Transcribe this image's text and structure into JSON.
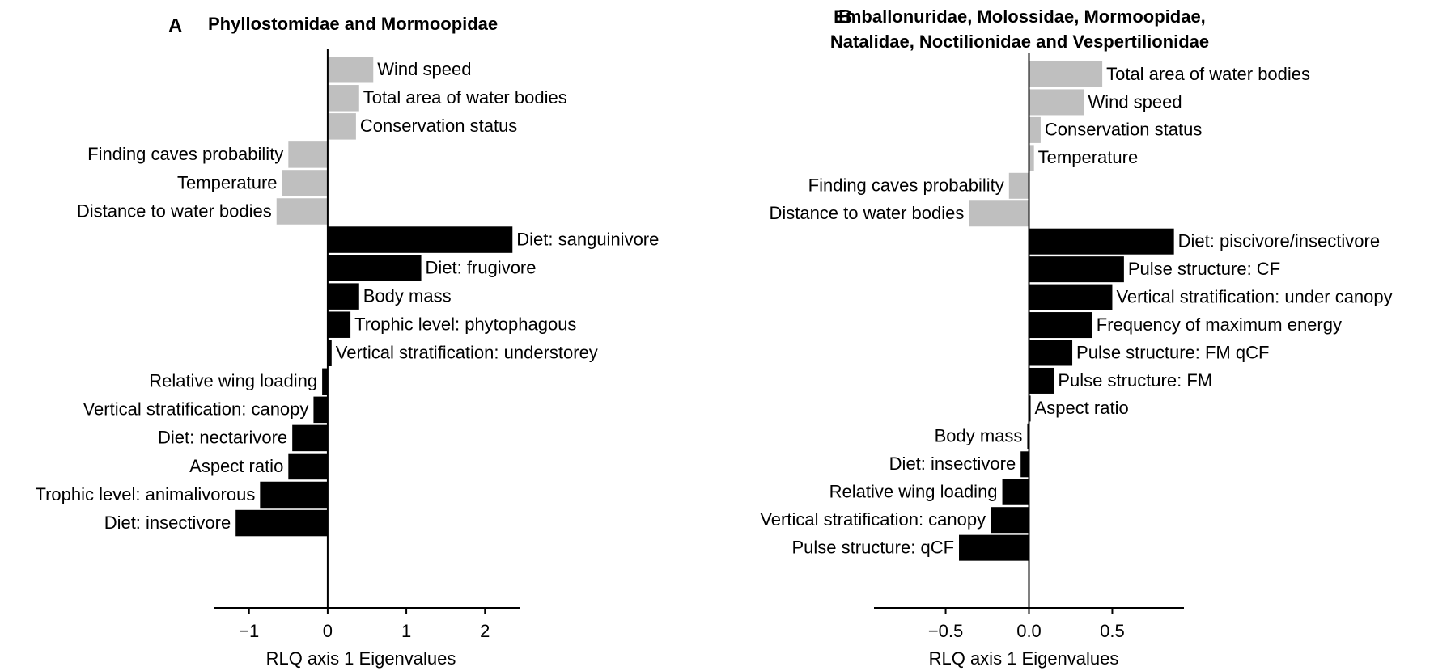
{
  "colors": {
    "environment_bar": "#bfbfbf",
    "trait_bar": "#000000",
    "axis": "#000000"
  },
  "chart_data": [
    {
      "type": "bar",
      "orientation": "horizontal",
      "panel_letter": "A",
      "title": "Phyllostomidae and Mormoopidae",
      "title_lines": [
        "Phyllostomidae and Mormoopidae"
      ],
      "xlabel": "RLQ axis 1 Eigenvalues",
      "xlim": [
        -1.45,
        2.45
      ],
      "xticks": [
        -1,
        0,
        1,
        2
      ],
      "xtick_labels": [
        "−1",
        "0",
        "1",
        "2"
      ],
      "grid": false,
      "bars": [
        {
          "label": "Wind speed",
          "value": 0.58,
          "group": "environment"
        },
        {
          "label": "Total area of water bodies",
          "value": 0.4,
          "group": "environment"
        },
        {
          "label": "Conservation status",
          "value": 0.36,
          "group": "environment"
        },
        {
          "label": "Finding caves probability",
          "value": -0.5,
          "group": "environment"
        },
        {
          "label": "Temperature",
          "value": -0.58,
          "group": "environment"
        },
        {
          "label": "Distance to water bodies",
          "value": -0.65,
          "group": "environment"
        },
        {
          "label": "Diet: sanguinivore",
          "value": 2.35,
          "group": "trait"
        },
        {
          "label": "Diet: frugivore",
          "value": 1.19,
          "group": "trait"
        },
        {
          "label": "Body mass",
          "value": 0.4,
          "group": "trait"
        },
        {
          "label": "Trophic level: phytophagous",
          "value": 0.29,
          "group": "trait"
        },
        {
          "label": "Vertical stratification: understorey",
          "value": 0.05,
          "group": "trait"
        },
        {
          "label": "Relative wing loading",
          "value": -0.07,
          "group": "trait"
        },
        {
          "label": "Vertical stratification: canopy",
          "value": -0.18,
          "group": "trait"
        },
        {
          "label": "Diet: nectarivore",
          "value": -0.45,
          "group": "trait"
        },
        {
          "label": "Aspect ratio",
          "value": -0.5,
          "group": "trait"
        },
        {
          "label": "Trophic level: animalivorous",
          "value": -0.86,
          "group": "trait"
        },
        {
          "label": "Diet: insectivore",
          "value": -1.17,
          "group": "trait"
        }
      ]
    },
    {
      "type": "bar",
      "orientation": "horizontal",
      "panel_letter": "B",
      "title": "Emballonuridae, Molossidae, Mormoopidae, Natalidae, Noctilionidae and Vespertilionidae",
      "title_lines": [
        "Emballonuridae, Molossidae, Mormoopidae,",
        "Natalidae, Noctilionidae and Vespertilionidae"
      ],
      "xlabel": "RLQ axis 1 Eigenvalues",
      "xlim": [
        -0.93,
        0.93
      ],
      "xticks": [
        -0.5,
        0.0,
        0.5
      ],
      "xtick_labels": [
        "−0.5",
        "0.0",
        "0.5"
      ],
      "grid": false,
      "bars": [
        {
          "label": "Total area of water bodies",
          "value": 0.44,
          "group": "environment"
        },
        {
          "label": "Wind speed",
          "value": 0.33,
          "group": "environment"
        },
        {
          "label": "Conservation status",
          "value": 0.07,
          "group": "environment"
        },
        {
          "label": "Temperature",
          "value": 0.03,
          "group": "environment"
        },
        {
          "label": "Finding caves probability",
          "value": -0.12,
          "group": "environment"
        },
        {
          "label": "Distance to water bodies",
          "value": -0.36,
          "group": "environment"
        },
        {
          "label": "Diet: piscivore/insectivore",
          "value": 0.87,
          "group": "trait"
        },
        {
          "label": "Pulse structure: CF",
          "value": 0.57,
          "group": "trait"
        },
        {
          "label": "Vertical stratification: under canopy",
          "value": 0.5,
          "group": "trait"
        },
        {
          "label": "Frequency of maximum energy",
          "value": 0.38,
          "group": "trait"
        },
        {
          "label": "Pulse structure: FM qCF",
          "value": 0.26,
          "group": "trait"
        },
        {
          "label": "Pulse structure: FM",
          "value": 0.15,
          "group": "trait"
        },
        {
          "label": "Aspect ratio",
          "value": 0.01,
          "group": "trait"
        },
        {
          "label": "Body mass",
          "value": -0.01,
          "group": "trait"
        },
        {
          "label": "Diet: insectivore",
          "value": -0.05,
          "group": "trait"
        },
        {
          "label": "Relative wing loading",
          "value": -0.16,
          "group": "trait"
        },
        {
          "label": "Vertical stratification: canopy",
          "value": -0.23,
          "group": "trait"
        },
        {
          "label": "Pulse structure: qCF",
          "value": -0.42,
          "group": "trait"
        }
      ]
    }
  ]
}
